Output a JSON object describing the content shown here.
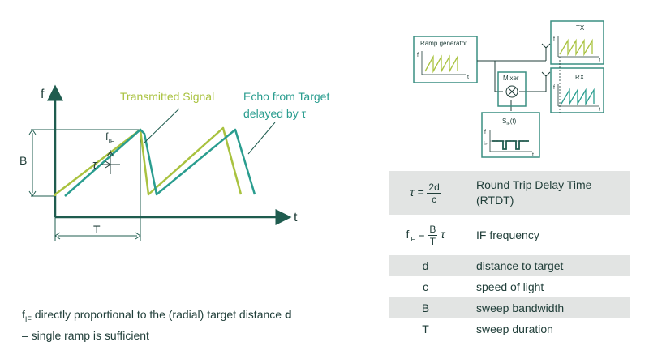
{
  "plot": {
    "axis_f": "f",
    "axis_t": "t",
    "label_b": "B",
    "label_t_period": "T",
    "label_fif": "f",
    "label_fif_sub": "IF",
    "label_tau": "τ",
    "tx_label": "Transmitted Signal",
    "echo_line1": "Echo from Target",
    "echo_line2": "delayed by τ",
    "colors": {
      "tx": "#a9c23f",
      "echo": "#2a9d8f",
      "dark": "#1f5c4f"
    }
  },
  "block": {
    "ramp_gen": "Ramp generator",
    "ramp_f": "f",
    "ramp_t": "t",
    "tx": "TX",
    "rx": "RX",
    "tx_f": "f",
    "tx_t": "t",
    "rx_f": "f",
    "rx_t": "t",
    "mixer": "Mixer",
    "sif": "S",
    "sif_sub": "IF",
    "sif_tail": "(t)",
    "sif_f": "f",
    "sif_fsub": "IF",
    "sif_t": "t"
  },
  "table": {
    "rows": [
      {
        "sym_left": "τ =",
        "sym_num": "2d",
        "sym_den": "c",
        "desc_line1": "Round Trip Delay Time",
        "desc_line2": "(RTDT)"
      },
      {
        "sym_left": "f",
        "sym_sub": "IF",
        "sym_mid": " = ",
        "sym_num": "B",
        "sym_den": "T",
        "sym_right": " τ",
        "desc": "IF frequency"
      },
      {
        "sym": "d",
        "desc": "distance to target"
      },
      {
        "sym": "c",
        "desc": "speed of light"
      },
      {
        "sym": "B",
        "desc": "sweep bandwidth"
      },
      {
        "sym": "T",
        "desc": "sweep duration"
      }
    ]
  },
  "note": {
    "f": "f",
    "sub": "IF",
    "line1_rest": " directly proportional to the (radial) target distance ",
    "line1_bold": "d",
    "line2": "– single ramp is sufficient"
  }
}
